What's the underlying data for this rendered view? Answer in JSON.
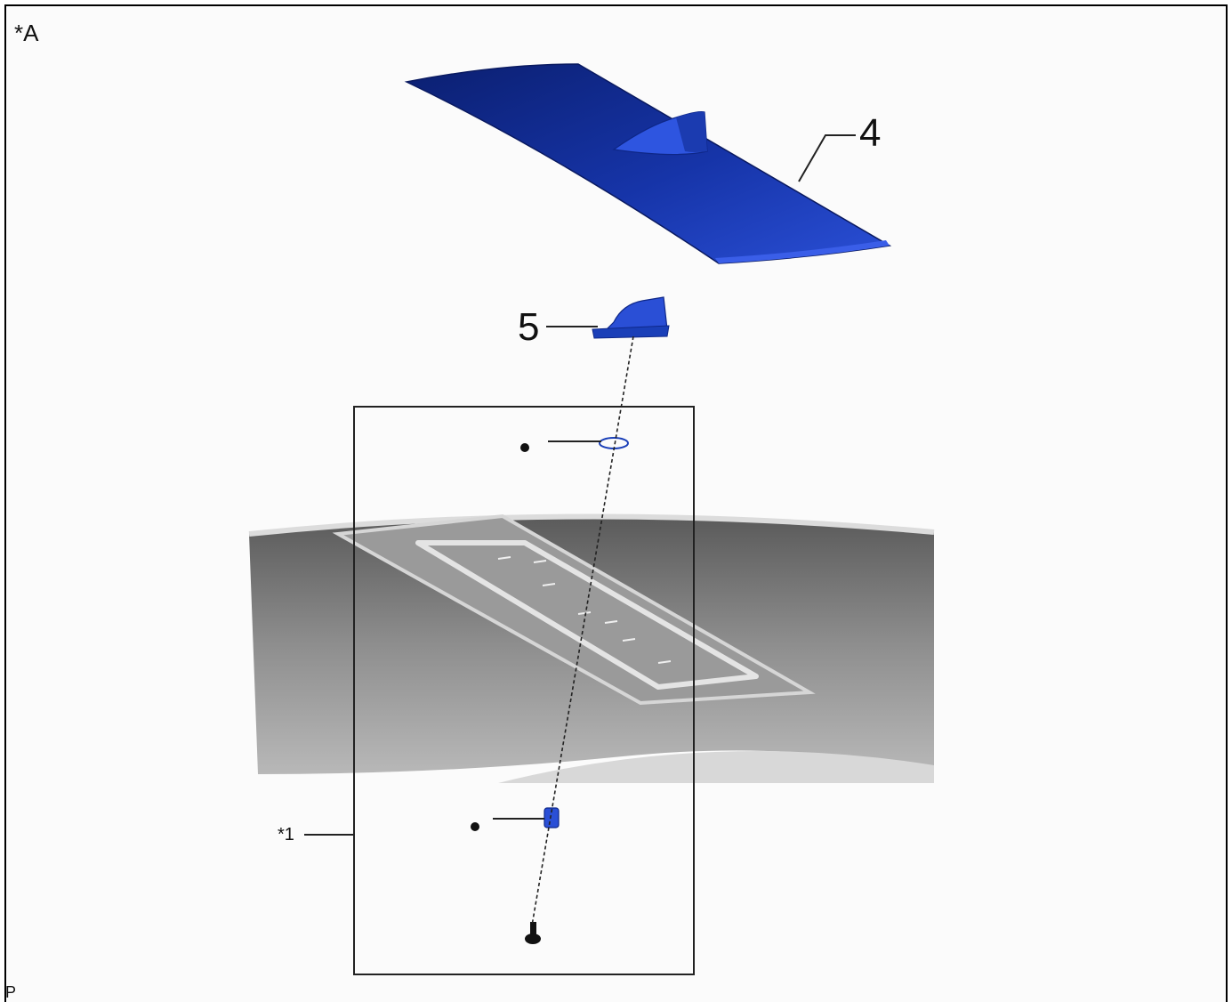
{
  "figure": {
    "corner_label": "*A",
    "bottom_left_mark": "P"
  },
  "callouts": {
    "part_4": "4",
    "part_5": "5",
    "ref_1": "*1"
  },
  "colors": {
    "part_blue": "#1a3fb8",
    "part_dark_blue": "#0a1e78",
    "roof_gray": "#8a8a8a",
    "line": "#222222"
  }
}
